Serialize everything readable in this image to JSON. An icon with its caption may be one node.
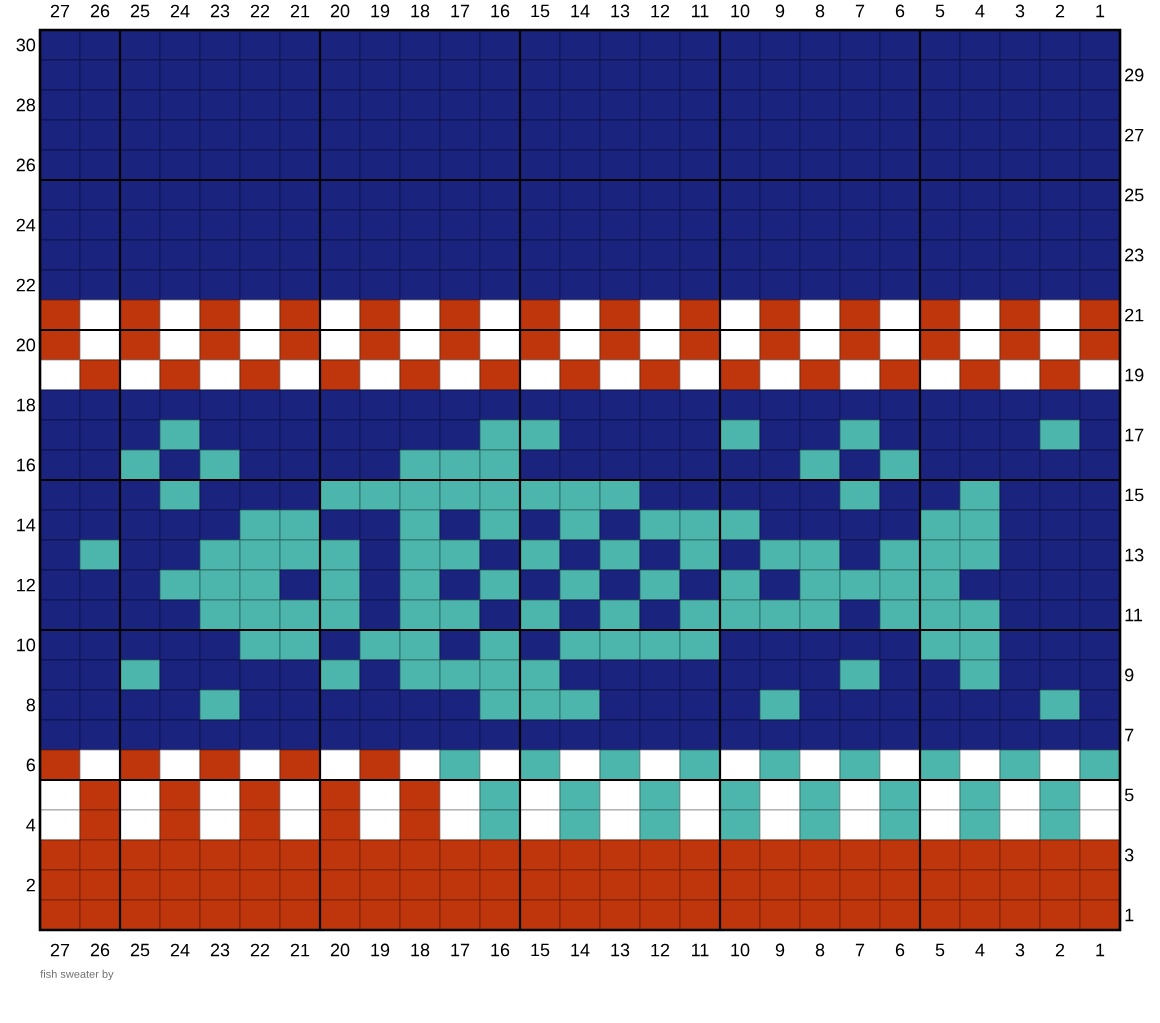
{
  "diagram": {
    "caption": "fish sweater by",
    "labels": [
      "27",
      "26",
      "25",
      "24",
      "23",
      "22",
      "21",
      "20",
      "19",
      "18",
      "17",
      "16",
      "15",
      "14",
      "13",
      "12",
      "11",
      "10",
      "9",
      "8",
      "7",
      "6",
      "5",
      "4",
      "3",
      "2",
      "1",
      "30",
      "29",
      "28",
      "27",
      "26",
      "25",
      "24",
      "23",
      "22",
      "21",
      "20",
      "19",
      "18",
      "17",
      "16",
      "15",
      "14",
      "13",
      "12",
      "11",
      "10",
      "9",
      "8",
      "7",
      "6",
      "5",
      "4",
      "3",
      "2",
      "1",
      "27",
      "26",
      "25",
      "24",
      "23",
      "22",
      "21",
      "20",
      "19",
      "18",
      "17",
      "16",
      "15",
      "14",
      "13",
      "12",
      "11",
      "10",
      "9",
      "8",
      "7",
      "6",
      "5",
      "4",
      "3",
      "2",
      "1"
    ]
  }
}
